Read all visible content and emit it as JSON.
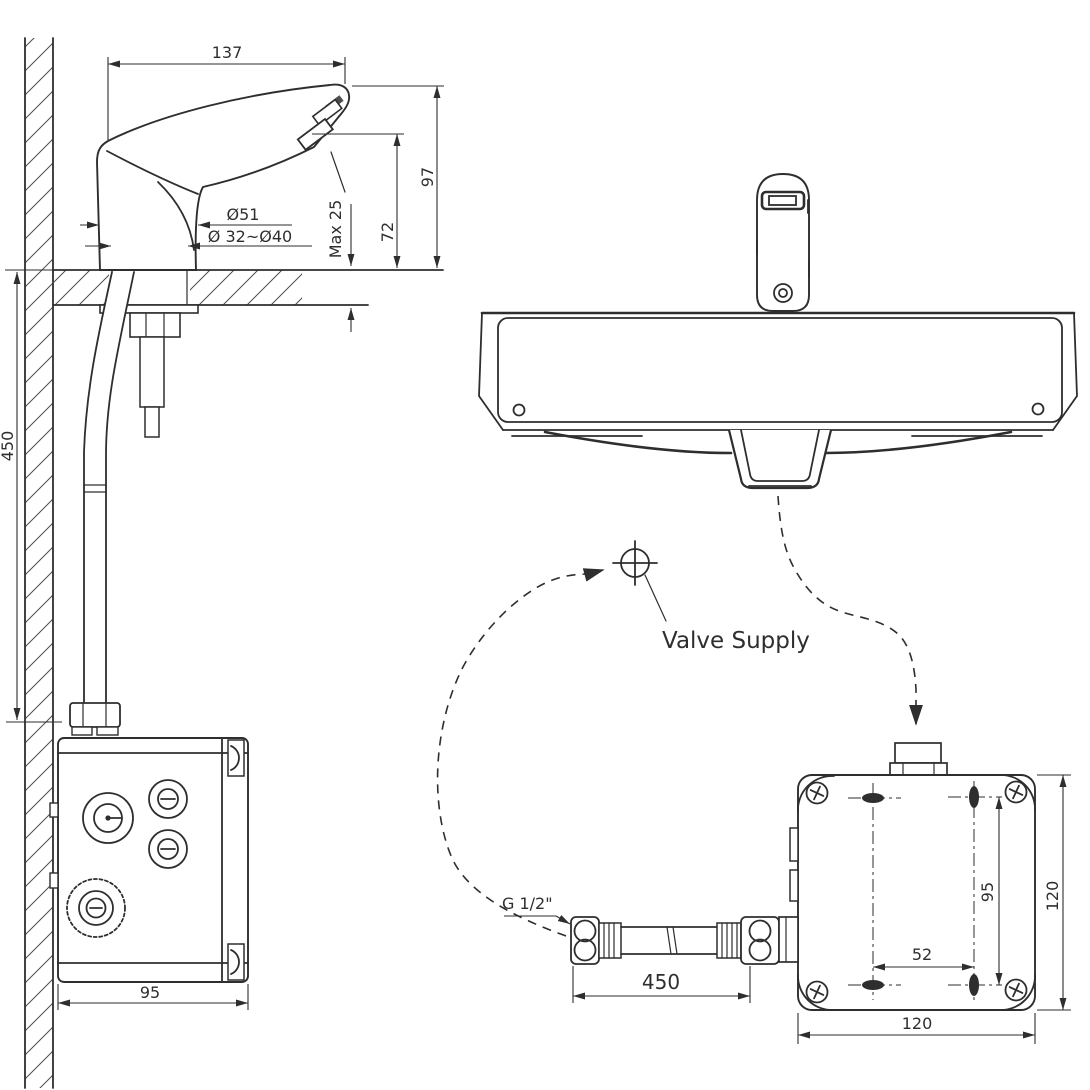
{
  "theme": {
    "ink": "#2e2e2e",
    "paper": "#ffffff"
  },
  "drawing": {
    "type": "sensor-faucet installation diagram",
    "faucet_side_view": {
      "dims": {
        "spout_reach": "137",
        "overall_height": "97",
        "aerator_height": "72",
        "deck_thickness": "Max 25",
        "base_diameter": "Ø51",
        "hole_diameter": "Ø 32~Ø40",
        "supply_drop": "450"
      }
    },
    "control_box_front_view": {
      "dims": {
        "width": "95"
      }
    },
    "control_box_back_view": {
      "dims": {
        "slot_spacing_vertical": "95",
        "overall_height": "120",
        "slot_spacing_horizontal": "52",
        "overall_width": "120"
      }
    },
    "hose": {
      "thread_label": "G 1/2\"",
      "length": "450"
    },
    "valve": {
      "label": "Valve Supply"
    }
  }
}
